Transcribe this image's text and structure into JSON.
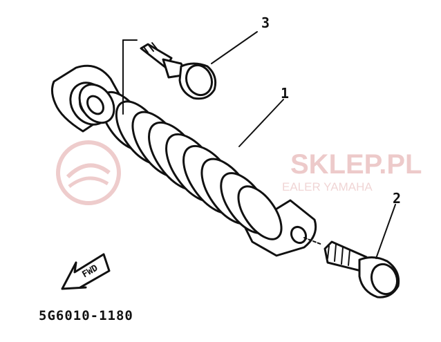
{
  "diagram": {
    "callouts": [
      {
        "id": "1",
        "label": "1"
      },
      {
        "id": "2",
        "label": "2"
      },
      {
        "id": "3",
        "label": "3"
      }
    ],
    "fwd_label": "FWD",
    "drawing_code": "5G6010-1180"
  },
  "watermark": {
    "brand": "SKLEP.PL",
    "tagline": "EALER YAMAHA",
    "color": "#e7b9b9"
  }
}
